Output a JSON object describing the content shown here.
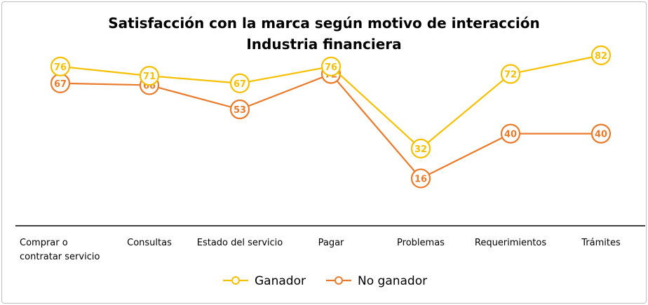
{
  "chart_data": {
    "type": "line",
    "title": "Satisfacción con la marca según motivo de interacción",
    "subtitle": "Industria financiera",
    "categories": [
      [
        "Comprar o",
        "contratar servicio"
      ],
      [
        "Consultas"
      ],
      [
        "Estado del servicio"
      ],
      [
        "Pagar"
      ],
      [
        "Problemas"
      ],
      [
        "Requerimientos"
      ],
      [
        "Trámites"
      ]
    ],
    "series": [
      {
        "name": "Ganador",
        "color": "#F5C000",
        "values": [
          76,
          71,
          67,
          76,
          32,
          72,
          82
        ]
      },
      {
        "name": "No ganador",
        "color": "#E87B2C",
        "values": [
          67,
          66,
          53,
          72,
          16,
          40,
          40
        ]
      }
    ],
    "ylim": [
      0,
      100
    ],
    "grid": false,
    "legend": "bottom"
  }
}
